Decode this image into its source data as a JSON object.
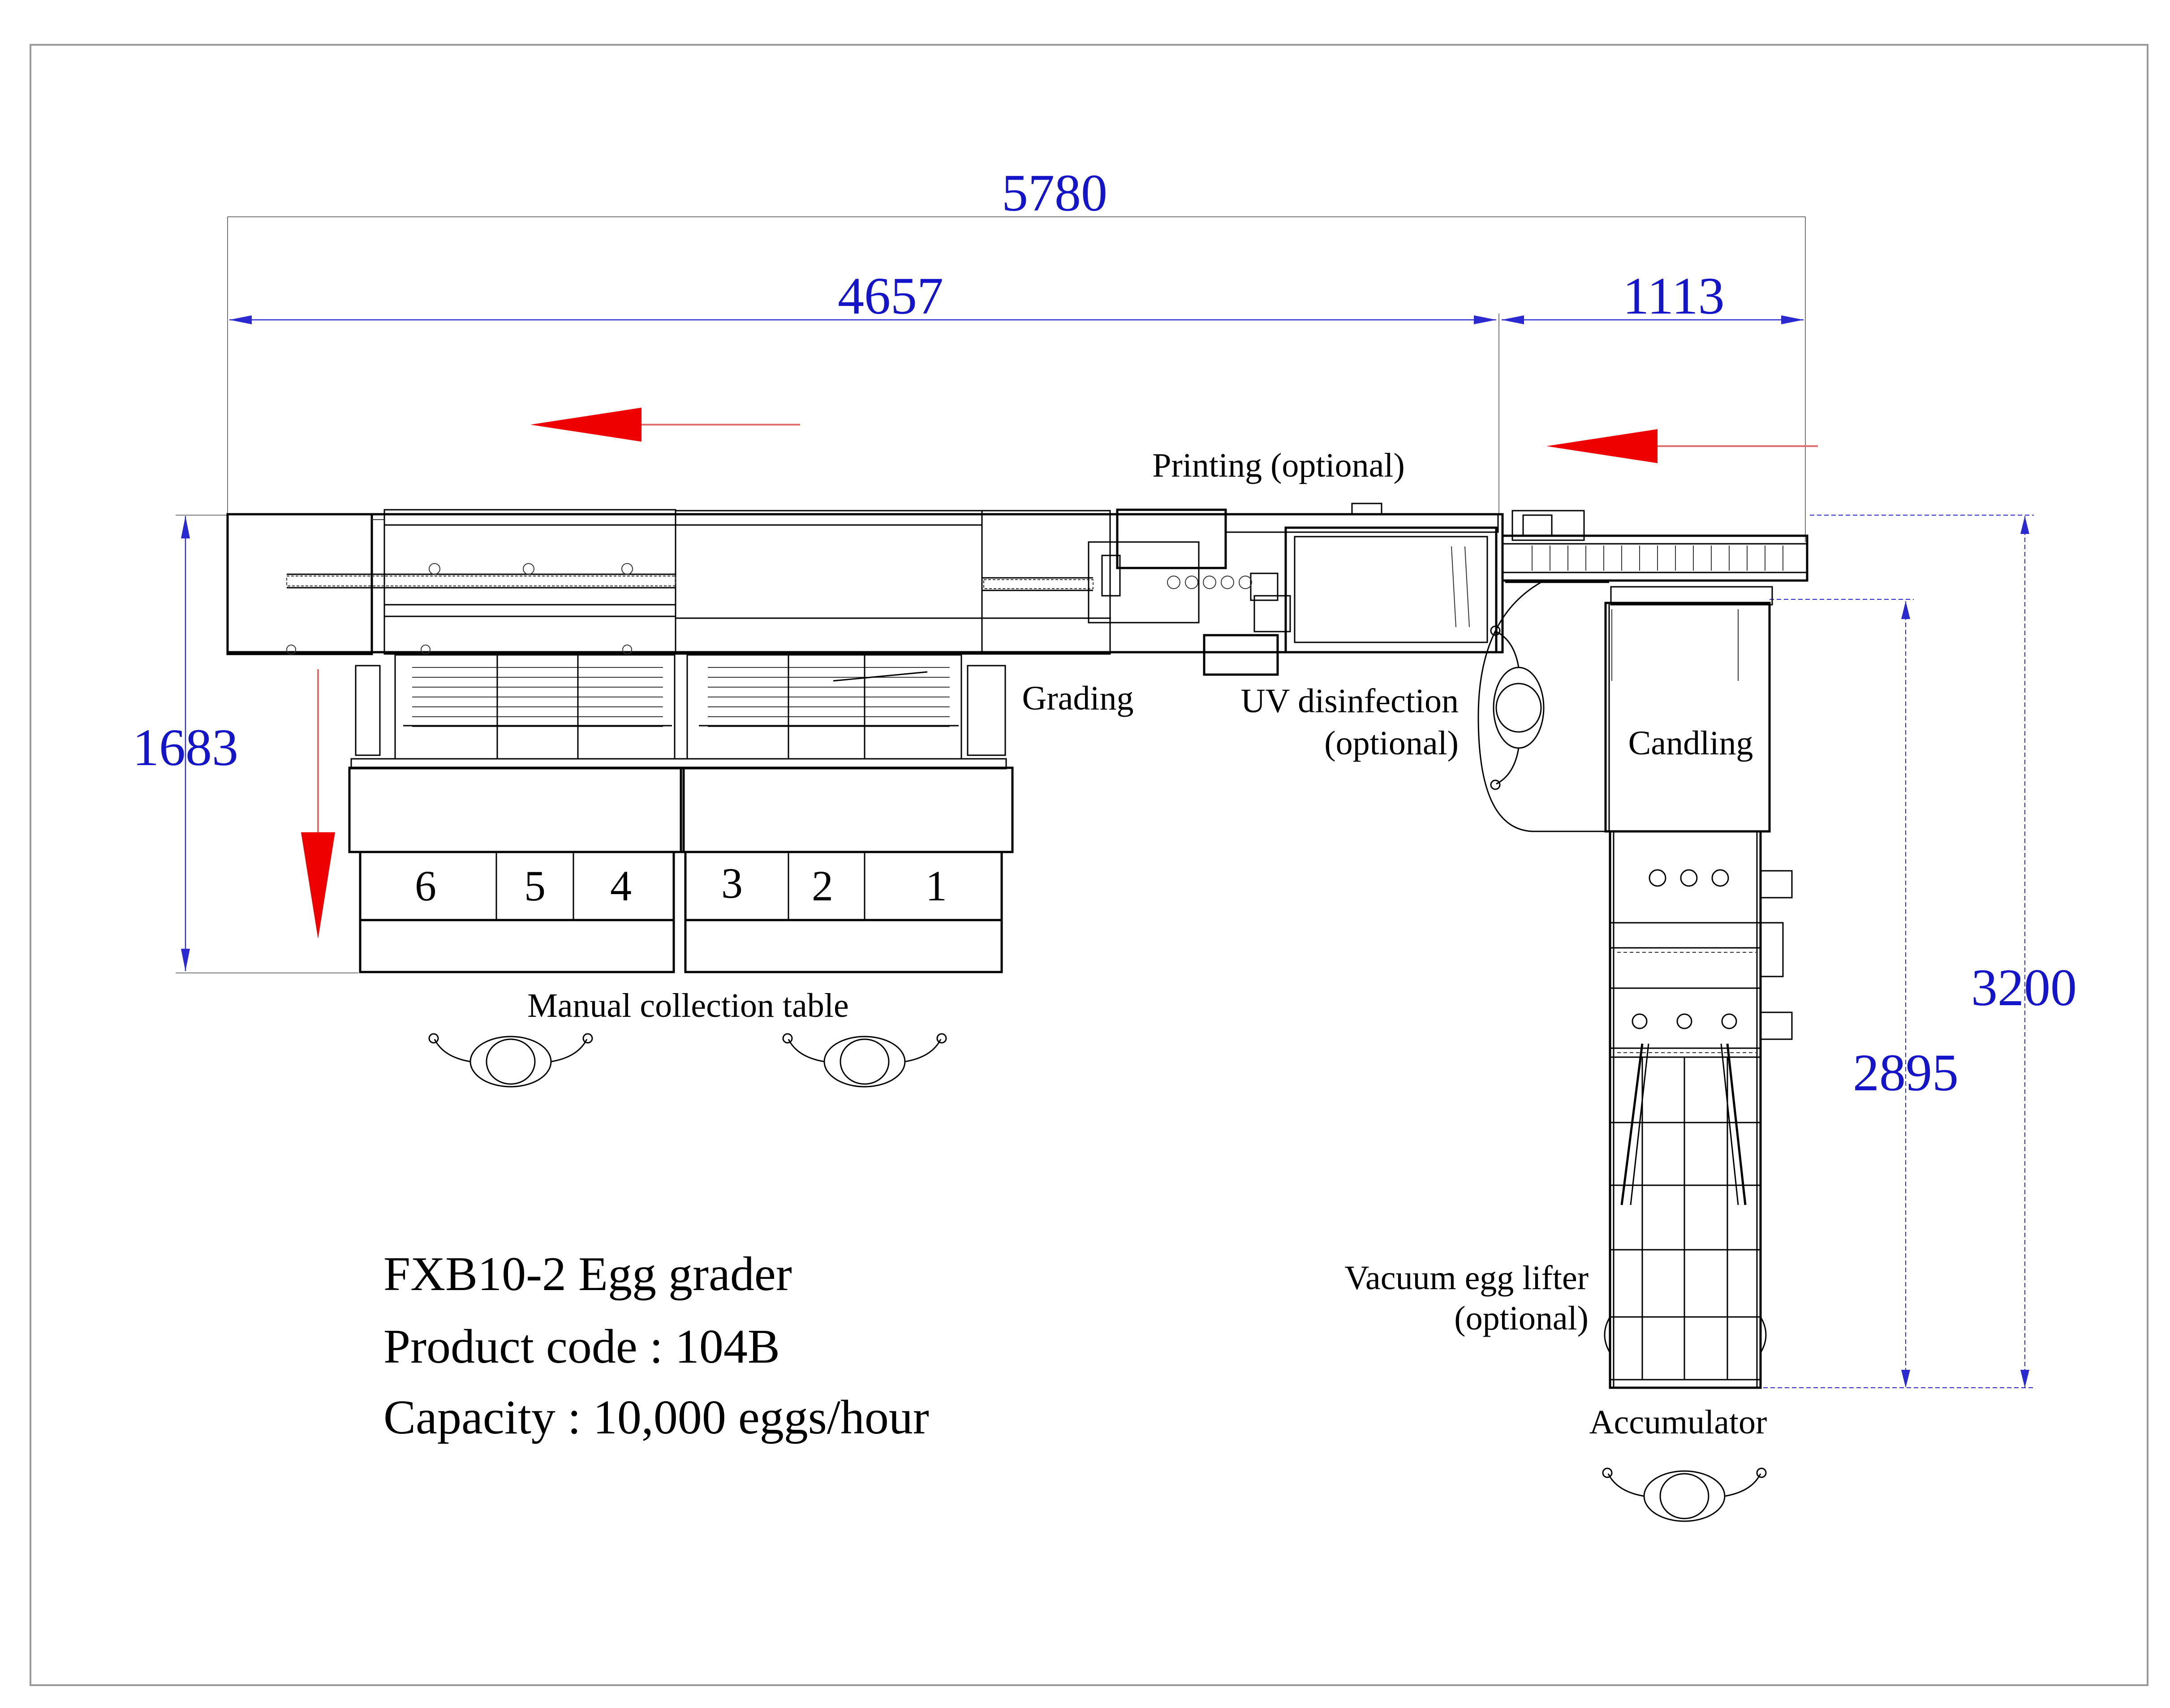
{
  "dimensions": {
    "total_length": "5780",
    "grader_length": "4657",
    "infeed_length": "1113",
    "grader_width": "1683",
    "total_depth": "3200",
    "accumulator_depth": "2895"
  },
  "labels": {
    "printing": "Printing (optional)",
    "grading": "Grading",
    "uv_line1": "UV disinfection",
    "uv_line2": "(optional)",
    "candling": "Candling",
    "manual_collection": "Manual collection table",
    "vacuum_line1": "Vacuum egg lifter",
    "vacuum_line2": "(optional)",
    "accumulator": "Accumulator"
  },
  "lanes": [
    "6",
    "5",
    "4",
    "3",
    "2",
    "1"
  ],
  "info": {
    "model": "FXB10-2 Egg grader",
    "product_code": "Product code : 104B",
    "capacity": "Capacity : 10,000 eggs/hour"
  },
  "colors": {
    "dimension": "#1414c8",
    "flow_arrow": "#ee0000",
    "drawing": "#000000"
  }
}
